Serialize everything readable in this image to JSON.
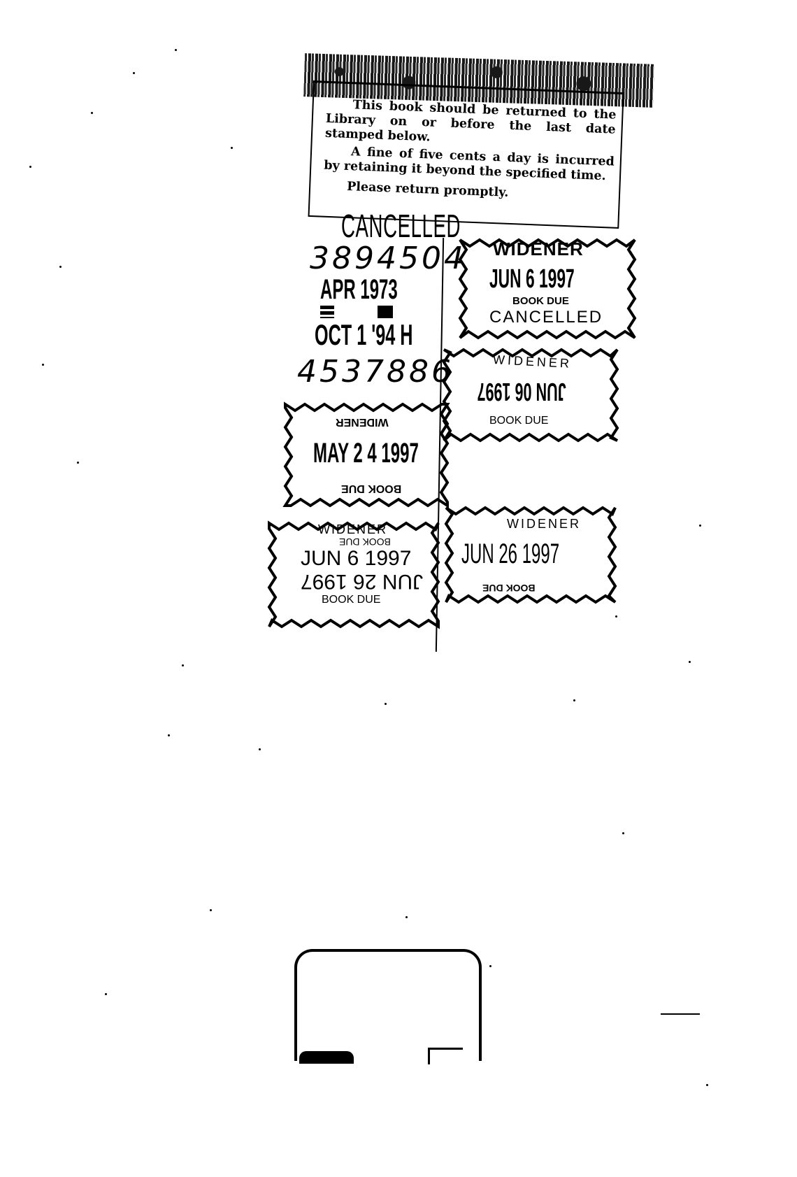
{
  "label": {
    "line1": "This book should be returned to the Library on or before the last date stamped below.",
    "line2": "A fine of five cents a day is incurred by retaining it beyond the specified time.",
    "line3": "Please return promptly."
  },
  "stamps": {
    "cancelled_top": "CANCELLED",
    "hand_number_1": "3894504",
    "apr_date": "APR 1973",
    "oct_date": "OCT 1 '94 H",
    "hand_number_2": "4537886",
    "stamp_a": {
      "library": "WIDENER",
      "date": "JUN 6 1997",
      "due": "BOOK DUE",
      "cancel": "CANCELLED"
    },
    "stamp_b": {
      "library": "WIDENER",
      "date": "JUN 06 1997",
      "due": "BOOK DUE"
    },
    "stamp_c": {
      "library": "WIDENER",
      "date": "MAY 2 4 1997",
      "due": "BOOK DUE"
    },
    "stamp_d": {
      "library": "WIDENER",
      "date": "JUN 26 1997",
      "due": "BOOK DUE"
    },
    "stamp_e": {
      "library": "WIDENER",
      "due_top": "BOOK DUE",
      "date1": "JUN 6 1997",
      "date2": "JUN 26 1997",
      "due_bottom": "BOOK DUE"
    }
  }
}
